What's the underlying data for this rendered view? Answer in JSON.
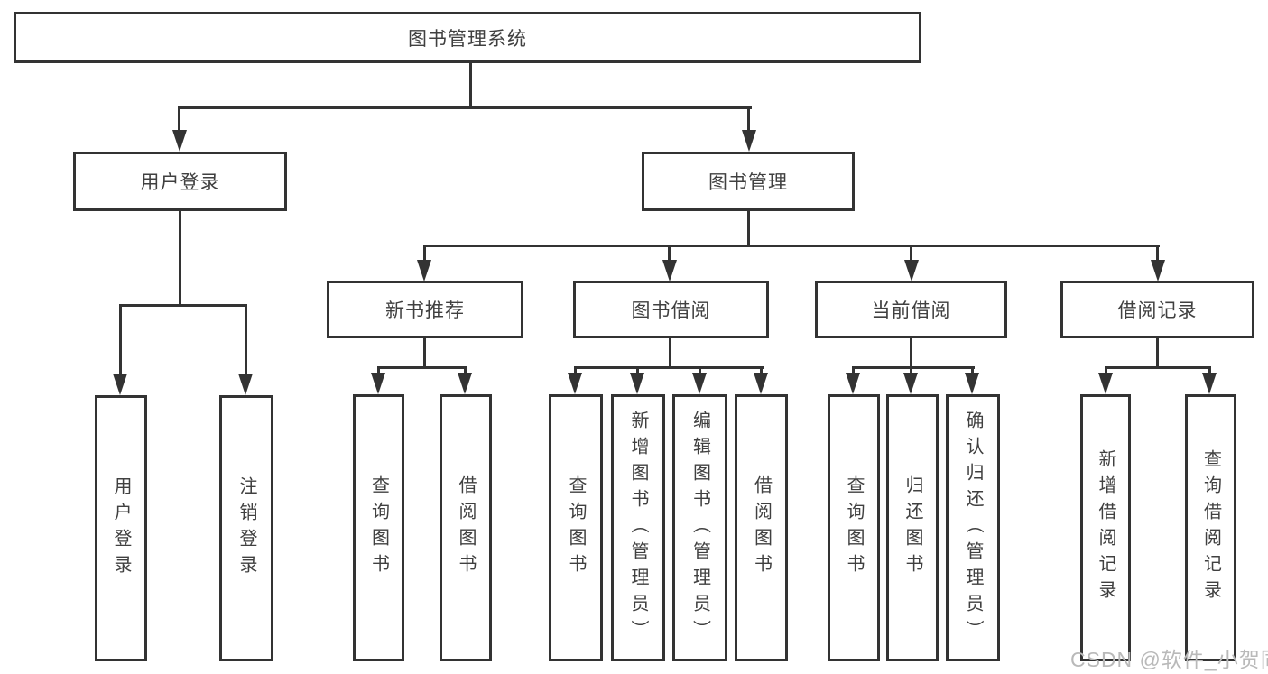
{
  "root": {
    "label": "图书管理系统"
  },
  "level2": [
    {
      "label": "用户登录"
    },
    {
      "label": "图书管理"
    }
  ],
  "level3": [
    {
      "label": "新书推荐"
    },
    {
      "label": "图书借阅"
    },
    {
      "label": "当前借阅"
    },
    {
      "label": "借阅记录"
    }
  ],
  "leaves": {
    "user": [
      {
        "label": "用户登录"
      },
      {
        "label": "注销登录"
      }
    ],
    "newbook": [
      {
        "label": "查询图书"
      },
      {
        "label": "借阅图书"
      }
    ],
    "borrow": [
      {
        "label": "查询图书"
      },
      {
        "label": "新增图书（管理员）"
      },
      {
        "label": "编辑图书（管理员）"
      },
      {
        "label": "借阅图书"
      }
    ],
    "current": [
      {
        "label": "查询图书"
      },
      {
        "label": "归还图书"
      },
      {
        "label": "确认归还（管理员）"
      }
    ],
    "record": [
      {
        "label": "新增借阅记录"
      },
      {
        "label": "查询借阅记录"
      }
    ]
  },
  "watermark": {
    "text": "CSDN @软件_小贺同学"
  },
  "colors": {
    "line": "#333333",
    "text": "#404040",
    "watermark": "#b9b9b9",
    "background": "#ffffff"
  }
}
